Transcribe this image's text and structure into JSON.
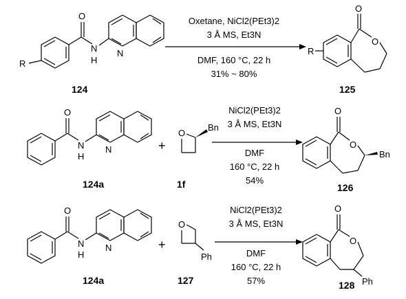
{
  "reactions": [
    {
      "substrate_label": "124",
      "product_label": "125",
      "conditions_above": [
        "Oxetane, NiCl2(PEt3)2",
        "3 Å MS, Et3N"
      ],
      "conditions_below": [
        "DMF, 160 °C, 22 h",
        "31% ~ 80%"
      ]
    },
    {
      "substrate_label": "124a",
      "reagent_label": "1f",
      "product_label": "126",
      "conditions_above": [
        "NiCl2(PEt3)2",
        "3 Å MS, Et3N"
      ],
      "conditions_below": [
        "DMF",
        "160 °C, 22 h",
        "54%"
      ]
    },
    {
      "substrate_label": "124a",
      "reagent_label": "127",
      "product_label": "128",
      "conditions_above": [
        "NiCl2(PEt3)2",
        "3 Å MS, Et3N"
      ],
      "conditions_below": [
        "DMF",
        "160 °C, 22 h",
        "57%"
      ]
    }
  ],
  "atoms": {
    "O": "O",
    "N": "N",
    "H": "H",
    "R": "R",
    "Bn": "Bn",
    "Ph": "Ph",
    "plus": "+"
  }
}
